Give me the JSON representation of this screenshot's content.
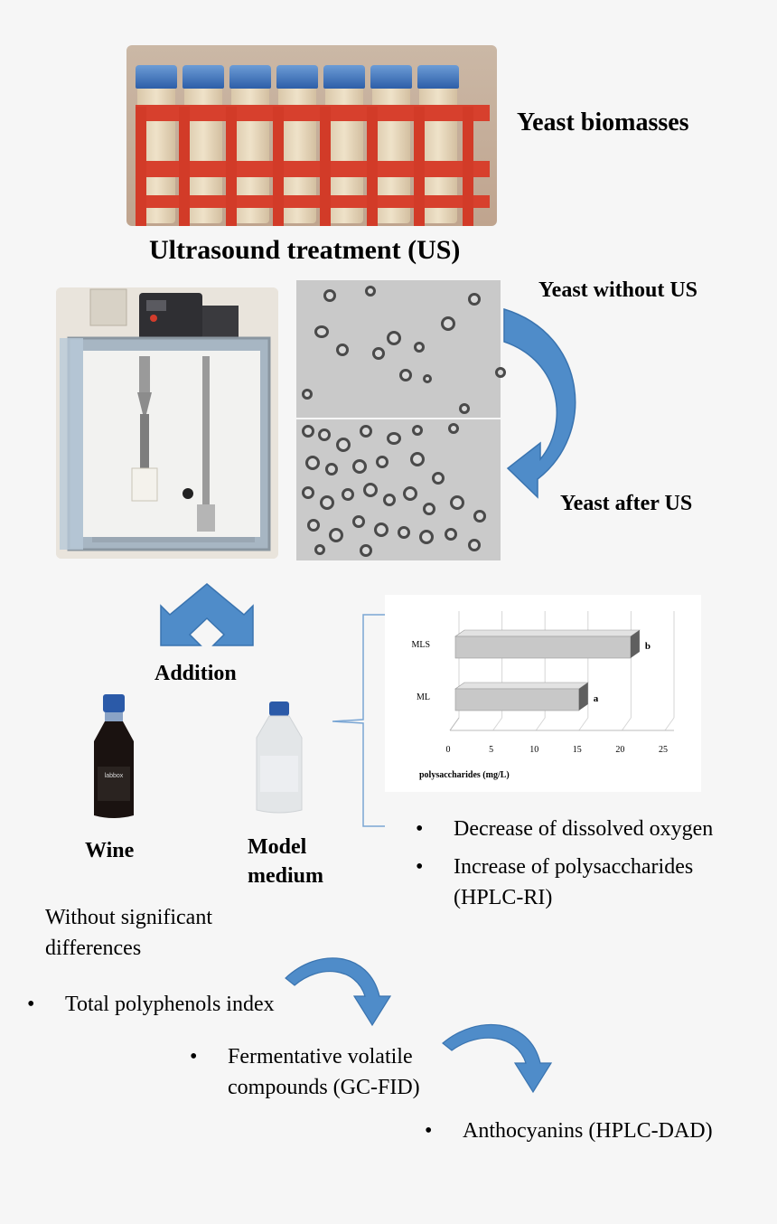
{
  "labels": {
    "yeast_biomasses": "Yeast biomasses",
    "ultrasound_treatment": "Ultrasound treatment (US)",
    "yeast_without_us": "Yeast without US",
    "yeast_after_us": "Yeast after US",
    "addition": "Addition",
    "wine": "Wine",
    "model_medium_1": "Model",
    "model_medium_2": "medium",
    "without_sig_1": "Without significant",
    "without_sig_2": "differences"
  },
  "bullets_right": [
    "Decrease of dissolved oxygen",
    "Increase of polysaccharides",
    "(HPLC-RI)"
  ],
  "bullets_cascade": [
    "Total polyphenols index",
    "Fermentative volatile",
    "compounds (GC-FID)",
    "Anthocyanins (HPLC-DAD)"
  ],
  "bottle_label": "labbox",
  "colors": {
    "arrow_blue": "#4f8cc9",
    "rack_red": "#d7402d",
    "cap_blue": "#3a6db5",
    "bar_gray": "#c8c8c8"
  },
  "chart_data": {
    "type": "bar",
    "orientation": "horizontal",
    "categories": [
      "MLS",
      "ML"
    ],
    "values": [
      21,
      15
    ],
    "significance_letters": [
      "b",
      "a"
    ],
    "xlabel": "polysaccharides (mg/L)",
    "xlim": [
      0,
      25
    ],
    "xticks": [
      0,
      5,
      10,
      15,
      20,
      25
    ],
    "grid": true
  }
}
